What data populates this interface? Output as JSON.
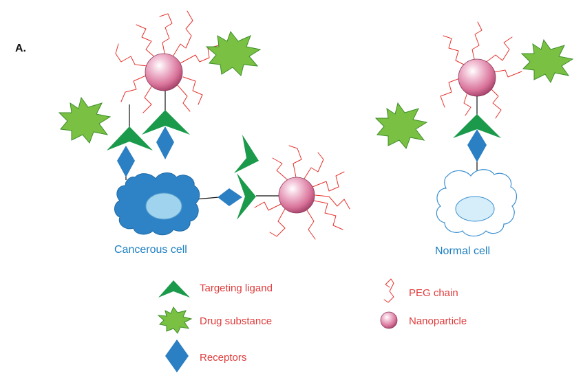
{
  "panel_label": "A.",
  "cells": {
    "cancerous": "Cancerous cell",
    "normal": "Normal cell"
  },
  "legend": {
    "targeting_ligand": "Targeting ligand",
    "drug_substance": "Drug substance",
    "receptors": "Receptors",
    "peg_chain": "PEG chain",
    "nanoparticle": "Nanoparticle"
  },
  "colors": {
    "ligand_green": "#1a9a4a",
    "drug_green": "#7ac143",
    "receptor_blue": "#2b7fc3",
    "cancer_cell_blue": "#2e83c6",
    "normal_cell_outline": "#3a8fd0",
    "nucleus_blue": "#bfe4f5",
    "peg_red": "#e5322c",
    "nanoparticle_pink": "#d9739a",
    "label_red": "#e03a3a",
    "label_blue": "#1d7fc1"
  }
}
